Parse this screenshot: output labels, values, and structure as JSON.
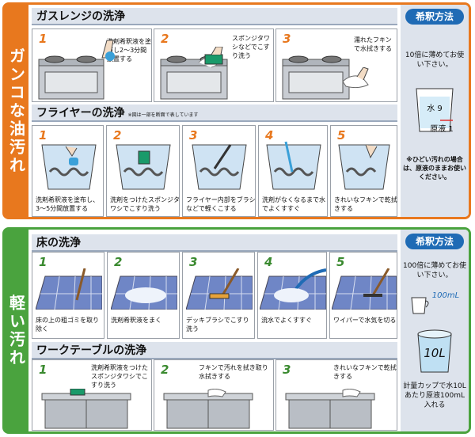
{
  "gaisen": {
    "band_label": "ガンコな油汚れ",
    "dilution": {
      "title": "希釈方法",
      "text": "10倍に薄めてお使い下さい。",
      "water_label": "水 9",
      "concentrate_label": "原液 1",
      "warning": "※ひどい汚れの場合は、原液のままお使いください。"
    },
    "gas": {
      "title": "ガスレンジの洗浄",
      "steps": [
        {
          "num": "1",
          "text": "洗剤希釈液を塗布し2〜3分間放置する"
        },
        {
          "num": "2",
          "text": "スポンジタワシなどでこすり洗う"
        },
        {
          "num": "3",
          "text": "濡れたフキンで水拭きする"
        }
      ]
    },
    "fryer": {
      "title": "フライヤーの洗浄",
      "note": "※図は一部を断面で表しています",
      "steps": [
        {
          "num": "1",
          "text": "洗剤希釈液を塗布し、3〜5分間放置する"
        },
        {
          "num": "2",
          "text": "洗剤をつけたスポンジタワシでこすり洗う"
        },
        {
          "num": "3",
          "text": "フライヤー内部をブラシなどで軽くこする"
        },
        {
          "num": "4",
          "text": "洗剤がなくなるまで水でよくすすぐ"
        },
        {
          "num": "5",
          "text": "きれいなフキンで乾拭きする"
        }
      ]
    }
  },
  "light": {
    "band_label": "軽い汚れ",
    "dilution": {
      "title": "希釈方法",
      "text": "100倍に薄めてお使い下さい。",
      "cup_label": "100mL",
      "bucket_label": "10L",
      "text2": "計量カップで水10Lあたり原液100mL入れる"
    },
    "floor": {
      "title": "床の洗浄",
      "steps": [
        {
          "num": "1",
          "text": "床の上の粗ゴミを取り除く"
        },
        {
          "num": "2",
          "text": "洗剤希釈液をまく"
        },
        {
          "num": "3",
          "text": "デッキブラシでこすり洗う"
        },
        {
          "num": "4",
          "text": "流水でよくすすぐ"
        },
        {
          "num": "5",
          "text": "ワイパーで水気を切る"
        }
      ]
    },
    "table": {
      "title": "ワークテーブルの洗浄",
      "steps": [
        {
          "num": "1",
          "text": "洗剤希釈液をつけたスポンジタワシでこすり洗う"
        },
        {
          "num": "2",
          "text": "フキンで汚れを拭き取り水拭きする"
        },
        {
          "num": "3",
          "text": "きれいなフキンで乾拭きする"
        }
      ]
    }
  }
}
